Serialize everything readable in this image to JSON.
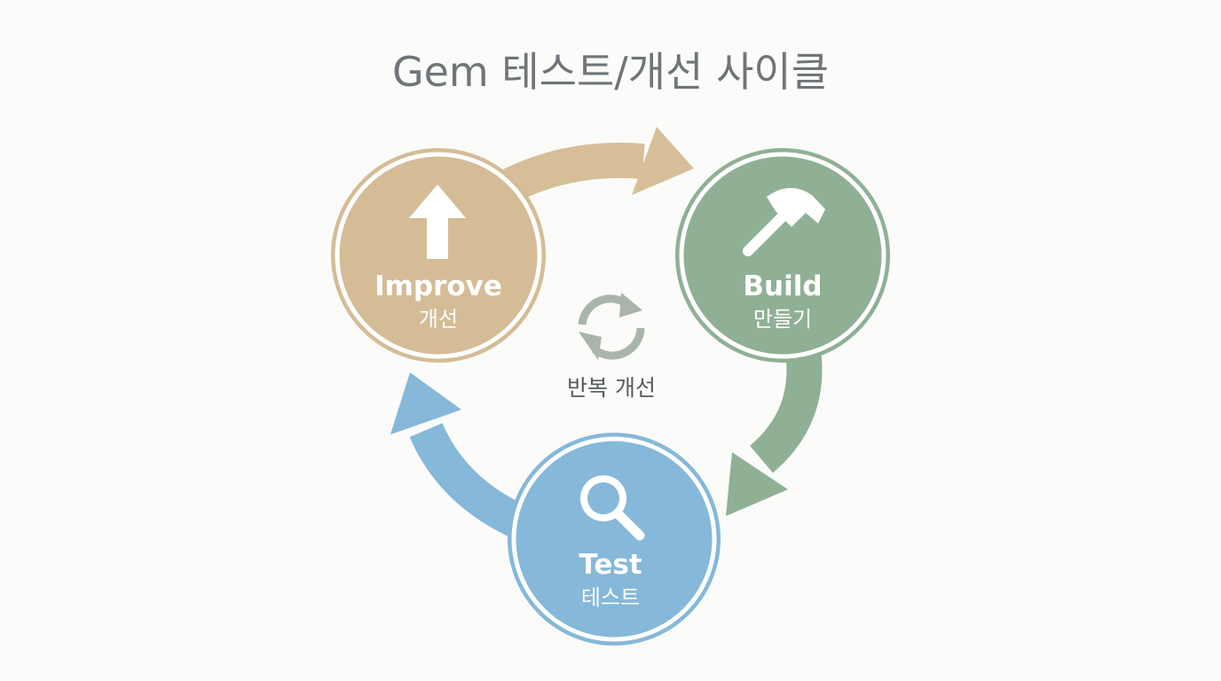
{
  "title": "Gem 테스트/개선 사이클",
  "center": {
    "label": "반복 개선",
    "icon": "refresh-icon",
    "color": "#a9b4ab"
  },
  "nodes": {
    "improve": {
      "label_en": "Improve",
      "label_ko": "개선",
      "icon": "arrow-up-icon",
      "color": "#d4bc96"
    },
    "build": {
      "label_en": "Build",
      "label_ko": "만들기",
      "icon": "hammer-icon",
      "color": "#8fb095"
    },
    "test": {
      "label_en": "Test",
      "label_ko": "테스트",
      "icon": "magnifier-icon",
      "color": "#85b8d9"
    }
  },
  "arrows": [
    {
      "from": "improve",
      "to": "build",
      "color": "#d6bf98"
    },
    {
      "from": "build",
      "to": "test",
      "color": "#8fb095"
    },
    {
      "from": "test",
      "to": "improve",
      "color": "#85b8d9"
    }
  ]
}
